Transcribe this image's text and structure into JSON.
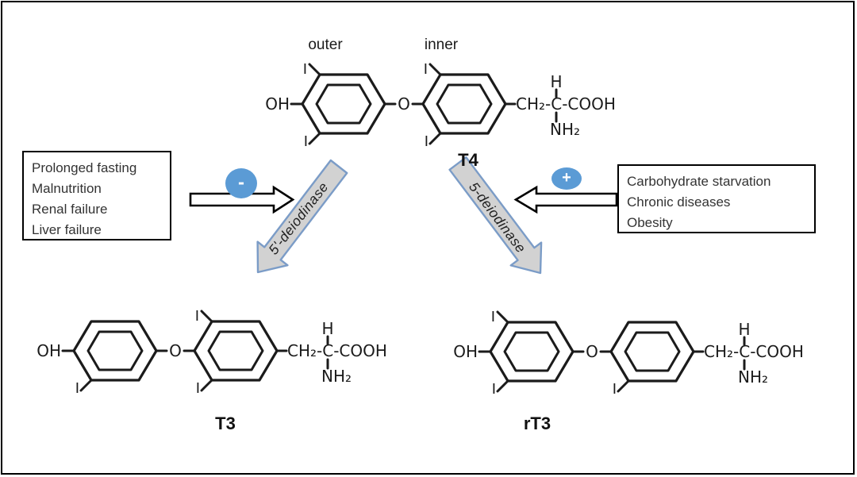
{
  "colors": {
    "badge_blue": "#5b9bd5",
    "block_arrow_fill": "#d2d2d2",
    "block_arrow_stroke": "#7b9cc7",
    "ink": "#1b1b1b"
  },
  "top_structure": {
    "name": "T4",
    "ring_labels": {
      "outer": "outer",
      "inner": "inner"
    }
  },
  "products": {
    "left_name": "T3",
    "right_name": "rT3"
  },
  "left_box": {
    "lines": [
      "Prolonged fasting",
      "Malnutrition",
      "Renal failure",
      "Liver failure"
    ]
  },
  "right_box": {
    "lines": [
      "Carbohydrate starvation",
      "Chronic diseases",
      "Obesity"
    ]
  },
  "badges": {
    "minus": "-",
    "plus": "+"
  },
  "enzymes": {
    "left": "5'-deiodinase",
    "right": "5-deiodinase"
  },
  "molecule_text": {
    "oh": "OH",
    "o": "O",
    "chain": "CH₂-C-COOH",
    "h": "H",
    "nh2": "NH₂",
    "iodine": "I"
  }
}
